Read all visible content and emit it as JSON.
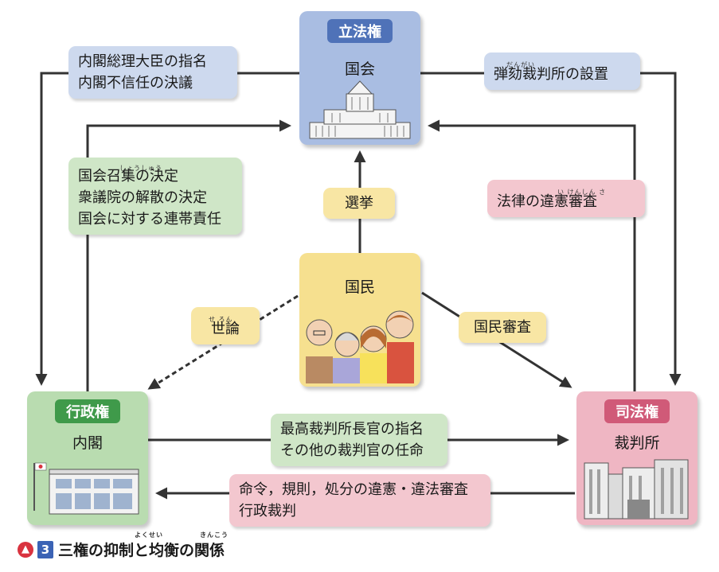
{
  "nodes": {
    "legislative": {
      "tag": "立法権",
      "name": "国会",
      "tag_color": "#4f72b8",
      "fill": "#a9bde2"
    },
    "executive": {
      "tag": "行政権",
      "name": "内閣",
      "tag_color": "#3f9a4a",
      "fill": "#b9dcb0"
    },
    "judicial": {
      "tag": "司法権",
      "name": "裁判所",
      "tag_color": "#d05a78",
      "fill": "#efb6c3"
    },
    "people": {
      "name": "国民",
      "fill": "#f6e08f"
    }
  },
  "labels": {
    "cabinet_nomination": [
      "内閣総理大臣の指名",
      "内閣不信任の決議"
    ],
    "impeachment": {
      "text": "弾劾裁判所の設置",
      "ruby": "だんがい"
    },
    "diet_convocation": [
      "国会召集の決定",
      "衆議院の解散の決定",
      "国会に対する連帯責任"
    ],
    "convocation_ruby": "しょうしゅう",
    "judicial_review": {
      "text": "法律の違憲審査",
      "ruby": "い けんしん さ"
    },
    "election": "選挙",
    "public_opinion": {
      "text": "世論",
      "ruby": "せ ろん"
    },
    "national_review": "国民審査",
    "chief_justice": [
      "最高裁判所長官の指名",
      "その他の裁判官の任命"
    ],
    "administrative_review": [
      "命令，規則，処分の違憲・違法審査",
      "行政裁判"
    ]
  },
  "caption": {
    "number": "3",
    "text": "三権の抑制と均衡の関係",
    "ruby_1": "よくせい",
    "ruby_2": "きんこう"
  }
}
